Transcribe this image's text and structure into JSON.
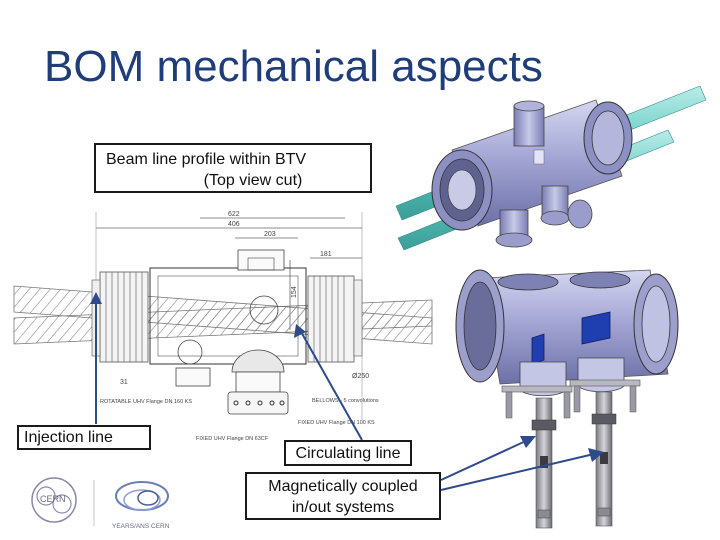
{
  "slide": {
    "title": "BOM mechanical aspects"
  },
  "callouts": {
    "beam_profile_line1": "Beam line profile within BTV",
    "beam_profile_line2": "(Top view cut)",
    "injection_line": "Injection line",
    "circulating_line": "Circulating line",
    "magnetic_line1": "Magnetically coupled",
    "magnetic_line2": "in/out systems"
  },
  "drawing_labels": {
    "dim_622": "622",
    "dim_406": "406",
    "dim_203": "203",
    "dim_181": "181",
    "dim_154": "154",
    "dim_31": "31",
    "dim_250": "Ø250",
    "rotatable_flange": "ROTATABLE UHV Flange DN 160 KS",
    "fixed_flange_1": "FIXED UHV Flange DN 63CF",
    "fixed_flange_2": "FIXED UHV Flange DN 100 KS",
    "bellows_note": "BELLOWS - 5 convolutions"
  },
  "logos": {
    "cern": "CERN",
    "years_line": "YEARS/ANS CERN"
  },
  "colors": {
    "title": "#1f3d7a",
    "arrow": "#2e4a8a",
    "chamber": "#a9abd6",
    "beam_pipe": "#7fd6d0",
    "blue_panel": "#1f3fb0"
  }
}
